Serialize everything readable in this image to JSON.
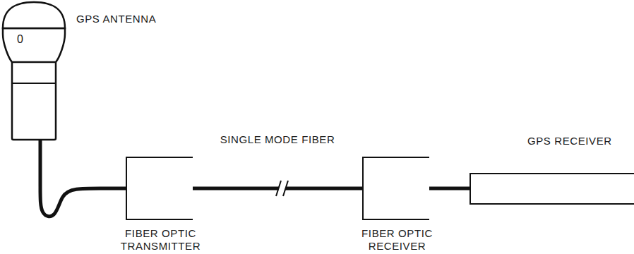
{
  "diagram": {
    "nodes": [
      {
        "text": [
          "GPS ANTENNA"
        ]
      },
      {
        "text": [
          "FIBER OPTIC TRANSMITTER"
        ]
      },
      {
        "text": [
          "FIBER OPTIC RECEIVER"
        ]
      },
      {
        "text": [
          "GPS RECEIVER"
        ]
      }
    ],
    "edges": [
      {
        "from": 0,
        "to": 1,
        "arrow": "none"
      },
      {
        "from": 1,
        "to": 2,
        "label": "SINGLE MODE FIBER",
        "arrow": "none"
      },
      {
        "from": 2,
        "to": 3,
        "arrow": "none"
      }
    ],
    "labels": [
      "0"
    ]
  }
}
